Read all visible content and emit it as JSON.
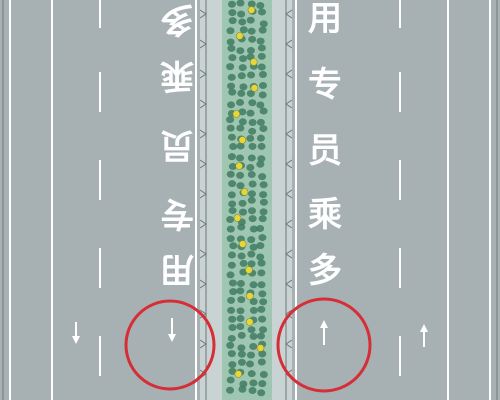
{
  "scene": {
    "description_type": "road-marking-diagram",
    "colors": {
      "asphalt": "#a7b1b4",
      "median_grass": "#9fc6b0",
      "median_shrub": "#3f7a63",
      "flower": "#e8d53a",
      "lane_line": "#ffffff",
      "highlight_circle": "#d62e36",
      "fence": "#6f7678"
    },
    "left_carriageway": {
      "direction": "down",
      "marking_text_top_to_bottom_as_seen": [
        "多",
        "乘",
        "员",
        "专",
        "用"
      ]
    },
    "right_carriageway": {
      "direction": "up",
      "marking_text_top_to_bottom_as_seen": [
        "用",
        "专",
        "员",
        "乘",
        "多"
      ]
    },
    "highlights": [
      {
        "target": "left-lane-arrow"
      },
      {
        "target": "right-lane-arrow"
      }
    ]
  }
}
